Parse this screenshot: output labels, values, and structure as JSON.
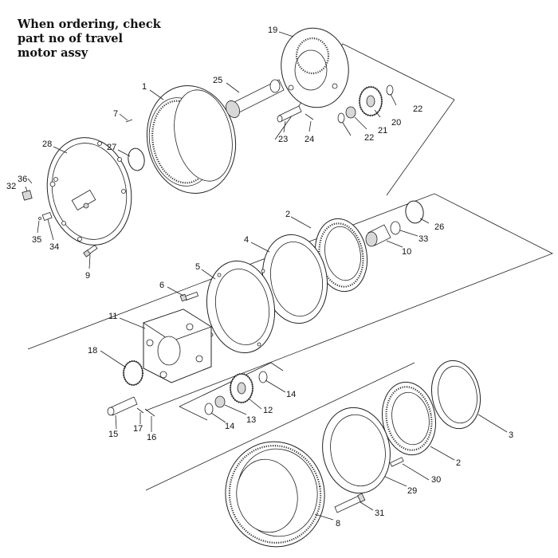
{
  "note": {
    "lines": [
      "When ordering, check",
      "part no of travel",
      "motor assy"
    ]
  },
  "callouts": [
    {
      "id": "p1",
      "text": "1"
    },
    {
      "id": "p2a",
      "text": "2"
    },
    {
      "id": "p2b",
      "text": "2"
    },
    {
      "id": "p3",
      "text": "3"
    },
    {
      "id": "p4",
      "text": "4"
    },
    {
      "id": "p5",
      "text": "5"
    },
    {
      "id": "p6",
      "text": "6"
    },
    {
      "id": "p7",
      "text": "7"
    },
    {
      "id": "p8",
      "text": "8"
    },
    {
      "id": "p9",
      "text": "9"
    },
    {
      "id": "p10",
      "text": "10"
    },
    {
      "id": "p11",
      "text": "11"
    },
    {
      "id": "p12",
      "text": "12"
    },
    {
      "id": "p13",
      "text": "13"
    },
    {
      "id": "p14a",
      "text": "14"
    },
    {
      "id": "p14b",
      "text": "14"
    },
    {
      "id": "p15",
      "text": "15"
    },
    {
      "id": "p16",
      "text": "16"
    },
    {
      "id": "p17",
      "text": "17"
    },
    {
      "id": "p18",
      "text": "18"
    },
    {
      "id": "p19",
      "text": "19"
    },
    {
      "id": "p20",
      "text": "20"
    },
    {
      "id": "p21",
      "text": "21"
    },
    {
      "id": "p22a",
      "text": "22"
    },
    {
      "id": "p22b",
      "text": "22"
    },
    {
      "id": "p23",
      "text": "23"
    },
    {
      "id": "p24",
      "text": "24"
    },
    {
      "id": "p25",
      "text": "25"
    },
    {
      "id": "p26",
      "text": "26"
    },
    {
      "id": "p27",
      "text": "27"
    },
    {
      "id": "p28",
      "text": "28"
    },
    {
      "id": "p29",
      "text": "29"
    },
    {
      "id": "p30",
      "text": "30"
    },
    {
      "id": "p31",
      "text": "31"
    },
    {
      "id": "p32",
      "text": "32"
    },
    {
      "id": "p33",
      "text": "33"
    },
    {
      "id": "p34",
      "text": "34"
    },
    {
      "id": "p35",
      "text": "35"
    },
    {
      "id": "p36",
      "text": "36"
    }
  ]
}
